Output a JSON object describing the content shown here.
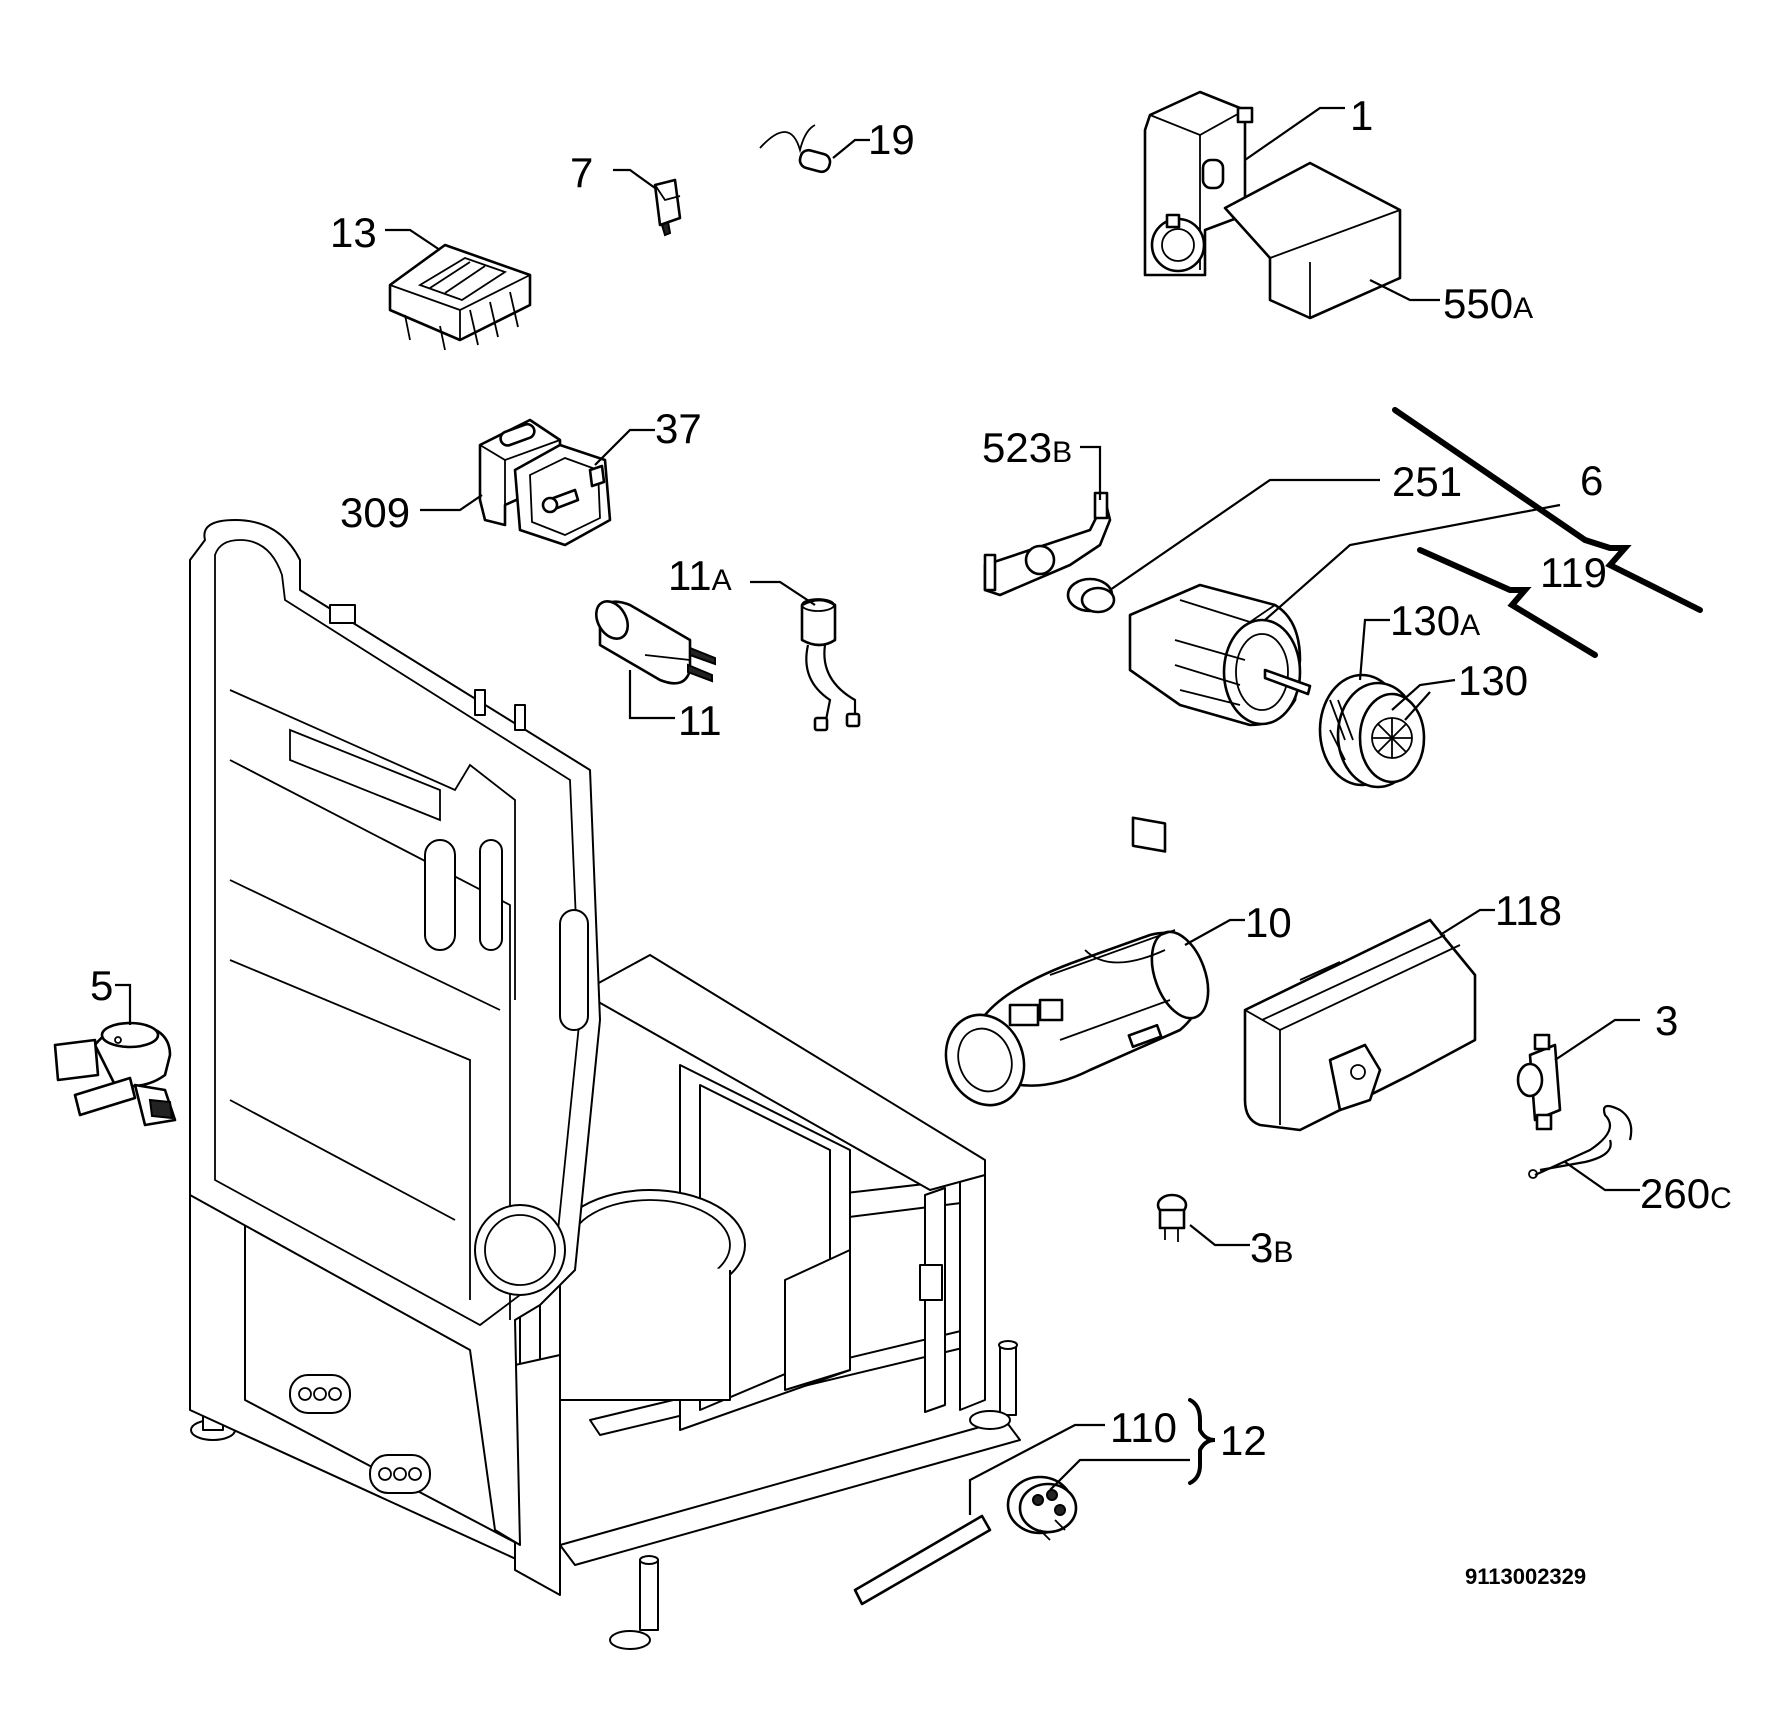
{
  "diagram": {
    "reference_code": "9113002329",
    "labels": {
      "p1": "1",
      "p19": "19",
      "p7": "7",
      "p13": "13",
      "p550": "550",
      "p550_suffix": "A",
      "p37": "37",
      "p309": "309",
      "p523": "523",
      "p523_suffix": "B",
      "p251": "251",
      "p6": "6",
      "p119": "119",
      "p130a": "130",
      "p130a_suffix": "A",
      "p130": "130",
      "p11a": "11",
      "p11a_suffix": "A",
      "p11": "11",
      "p10": "10",
      "p118": "118",
      "p5": "5",
      "p3": "3",
      "p260": "260",
      "p260_suffix": "C",
      "p3b": "3",
      "p3b_suffix": "B",
      "p110": "110",
      "p12": "12"
    }
  }
}
